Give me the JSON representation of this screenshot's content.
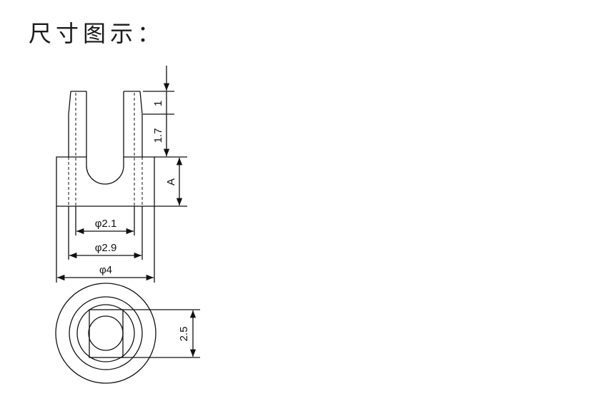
{
  "title": "尺寸图示：",
  "dimensions": {
    "tip_height": "1",
    "stem_height": "1.7",
    "base_height": "A",
    "inner_dia": "φ2.1",
    "mid_dia": "φ2.9",
    "outer_dia": "φ4",
    "slot_width": "2.5"
  },
  "colors": {
    "line": "#111111",
    "background": "#ffffff"
  }
}
